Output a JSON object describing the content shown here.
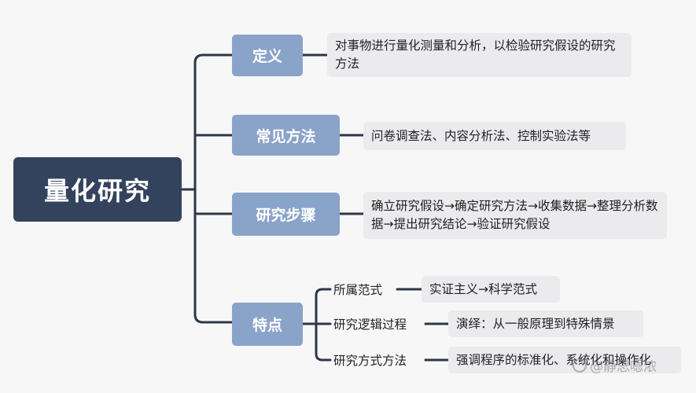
{
  "root": {
    "label": "量化研究"
  },
  "branches": [
    {
      "label": "定义",
      "detail": "对事物进行量化测量和分析，以检验研究假设的研究方法"
    },
    {
      "label": "常见方法",
      "detail": "问卷调查法、内容分析法、控制实验法等"
    },
    {
      "label": "研究步骤",
      "detail": "确立研究假设→确定研究方法→收集数据→整理分析数据→提出研究结论→验证研究假设"
    },
    {
      "label": "特点",
      "children": [
        {
          "label": "所属范式",
          "detail": "实证主义→科学范式"
        },
        {
          "label": "研究逻辑过程",
          "detail": "演绎：从一般原理到特殊情景"
        },
        {
          "label": "研究方式方法",
          "detail": "强调程序的标准化、系统化和操作化"
        }
      ]
    }
  ],
  "watermark": "@静思嗯浓",
  "colors": {
    "root": "#34435d",
    "branch": "#8aa3c8",
    "leaf": "#ebebee",
    "line": "#2c3749"
  }
}
